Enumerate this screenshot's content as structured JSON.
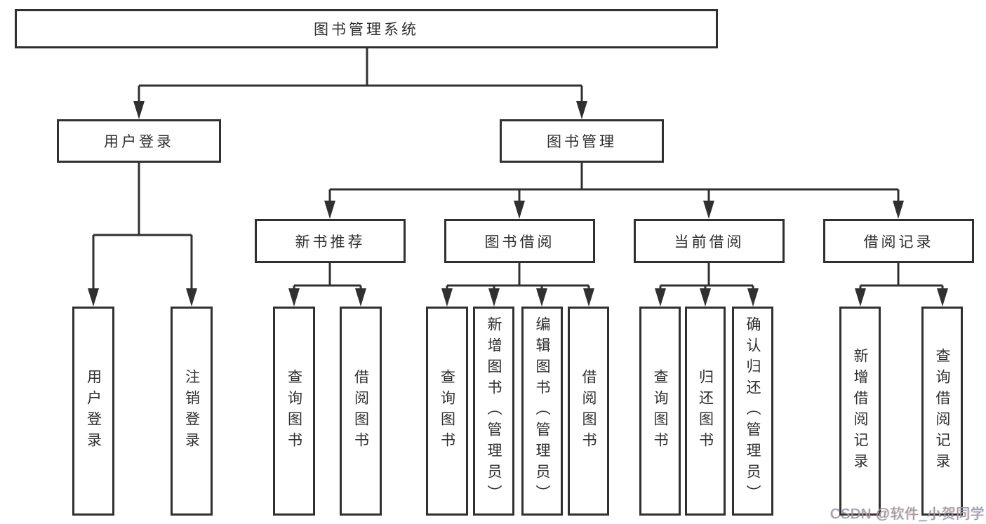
{
  "diagram": {
    "type": "tree-structure-chart",
    "title": "图书管理系统",
    "watermark": "CSDN @软件_小贺同学",
    "colors": {
      "background": "#ffffff",
      "line": "#303030",
      "box_border": "#303030",
      "text": "#2f2f2f",
      "watermark": "#9c9c9c"
    }
  },
  "nodes": {
    "root": {
      "label": "图书管理系统"
    },
    "user_login": {
      "label": "用户登录"
    },
    "book_management": {
      "label": "图书管理"
    },
    "new_book_recommend": {
      "label": "新书推荐"
    },
    "book_borrow": {
      "label": "图书借阅"
    },
    "current_borrow": {
      "label": "当前借阅"
    },
    "borrow_records": {
      "label": "借阅记录"
    },
    "leaf_user_login": {
      "label": "用户登录"
    },
    "leaf_logout_login": {
      "label": "注销登录"
    },
    "leaf_query_books_1": {
      "label": "查询图书"
    },
    "leaf_borrow_books_1": {
      "label": "借阅图书"
    },
    "leaf_query_books_2": {
      "label": "查询图书"
    },
    "leaf_add_books_admin": {
      "label": "新增图书（管理员）"
    },
    "leaf_edit_books_admin": {
      "label": "编辑图书（管理员）"
    },
    "leaf_borrow_books_2": {
      "label": "借阅图书"
    },
    "leaf_query_books_3": {
      "label": "查询图书"
    },
    "leaf_return_books": {
      "label": "归还图书"
    },
    "leaf_confirm_return_admin": {
      "label": "确认归还（管理员）"
    },
    "leaf_add_borrow_record": {
      "label": "新增借阅记录"
    },
    "leaf_query_borrow_record": {
      "label": "查询借阅记录"
    }
  },
  "hierarchy": {
    "图书管理系统": {
      "用户登录": [
        "用户登录",
        "注销登录"
      ],
      "图书管理": {
        "新书推荐": [
          "查询图书",
          "借阅图书"
        ],
        "图书借阅": [
          "查询图书",
          "新增图书（管理员）",
          "编辑图书（管理员）",
          "借阅图书"
        ],
        "当前借阅": [
          "查询图书",
          "归还图书",
          "确认归还（管理员）"
        ],
        "借阅记录": [
          "新增借阅记录",
          "查询借阅记录"
        ]
      }
    }
  }
}
